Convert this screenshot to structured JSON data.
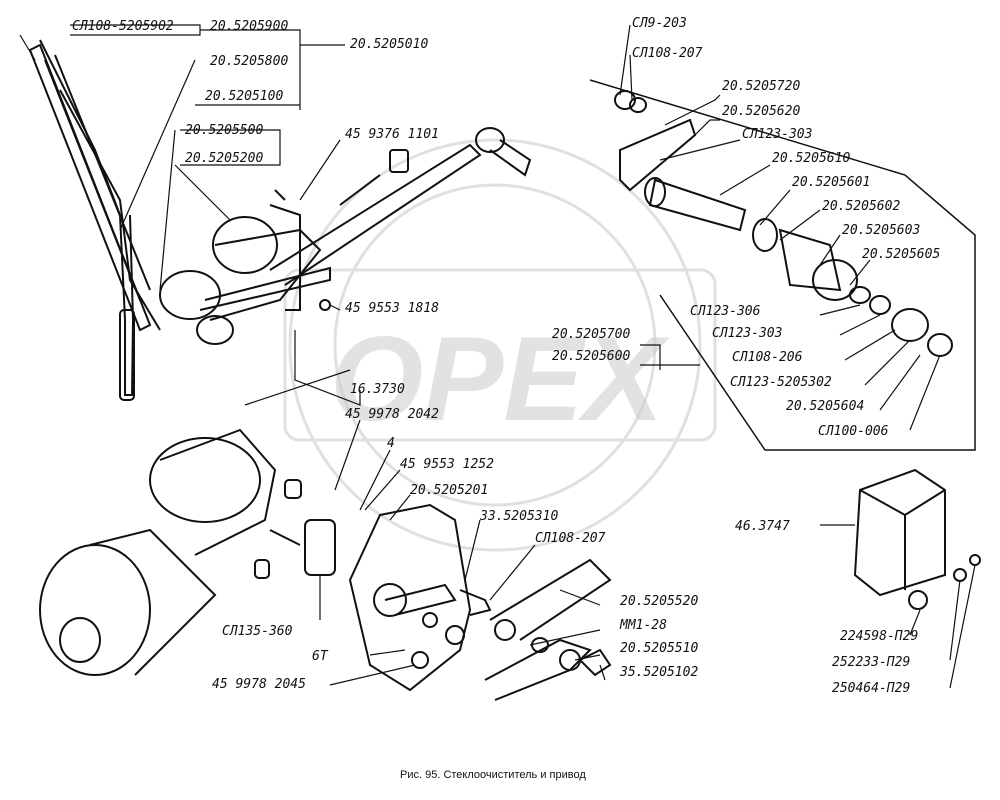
{
  "figure": {
    "caption": "Рис. 95. Стеклоочиститель и привод",
    "watermark": "OPEX"
  },
  "labels": {
    "l1": "СЛ108-5205902",
    "l2": "20.5205900",
    "l3": "20.5205010",
    "l4": "20.5205800",
    "l5": "20.5205100",
    "l6": "20.5205500",
    "l7": "20.5205200",
    "l8": "45 9376 1101",
    "l9": "СЛ9-203",
    "l10": "СЛ108-207",
    "l11": "20.5205720",
    "l12": "20.5205620",
    "l13": "СЛ123-303",
    "l14": "20.5205610",
    "l15": "20.5205601",
    "l16": "20.5205602",
    "l17": "20.5205603",
    "l18": "20.5205605",
    "l19": "СЛ123-306",
    "l20": "СЛ123-303",
    "l21": "СЛ108-206",
    "l22": "СЛ123-5205302",
    "l23": "20.5205604",
    "l24": "СЛ100-006",
    "l25": "45 9553 1818",
    "l26": "20.5205700",
    "l27": "20.5205600",
    "l28": "16.3730",
    "l29": "45 9978 2042",
    "l30": "4",
    "l31": "45 9553 1252",
    "l32": "20.5205201",
    "l33": "33.5205310",
    "l34": "СЛ108-207",
    "l35": "20.5205520",
    "l36": "ММ1-28",
    "l37": "20.5205510",
    "l38": "35.5205102",
    "l39": "СЛ135-360",
    "l40": "6Т",
    "l41": "45 9978 2045",
    "l42": "46.3747",
    "l43": "224598-П29",
    "l44": "252233-П29",
    "l45": "250464-П29"
  }
}
